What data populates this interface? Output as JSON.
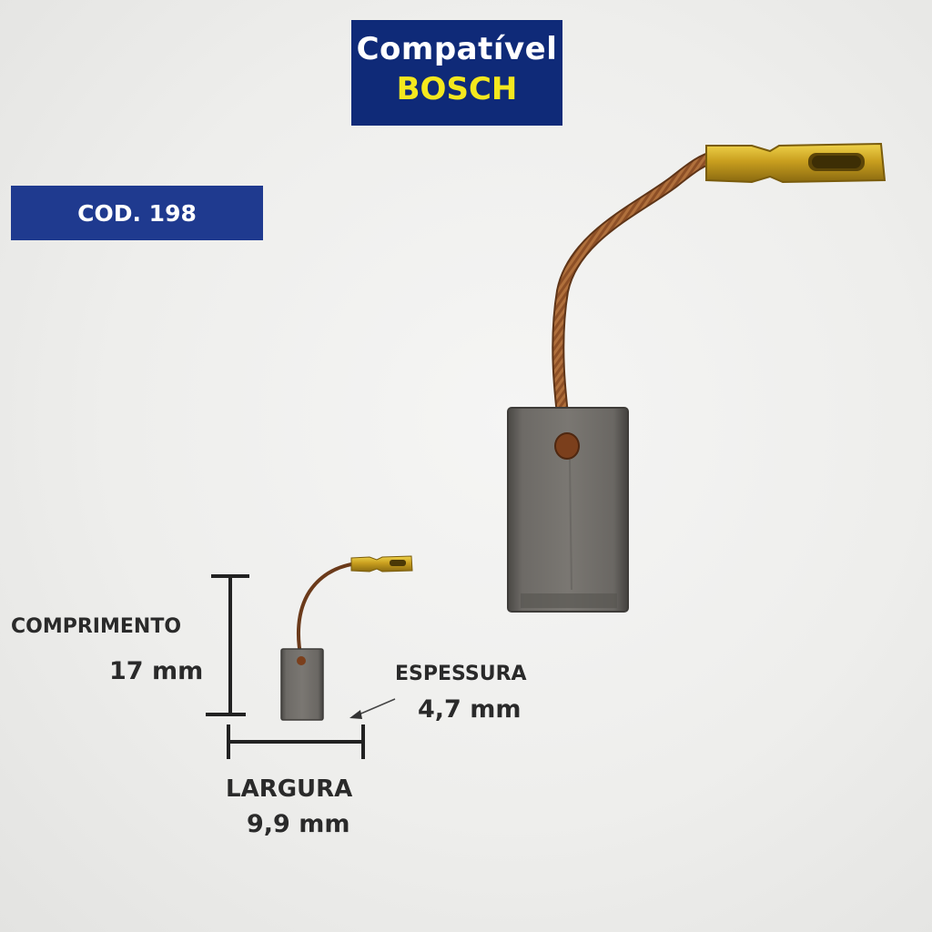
{
  "brand": {
    "line1": "Compatível",
    "line2": "BOSCH"
  },
  "code": {
    "label": "COD. 198"
  },
  "dimensions": {
    "comprimento_label": "COMPRIMENTO",
    "comprimento_value": "17 mm",
    "espessura_label": "ESPESSURA",
    "espessura_value": "4,7 mm",
    "largura_label": "LARGURA",
    "largura_value": "9,9 mm"
  },
  "colors": {
    "brand_box": "#0f2a78",
    "brand_accent": "#f4e81e",
    "code_box": "#1f3a8f",
    "carbon": "#6e6c68",
    "copper": "#9a5a2e",
    "brass": "#c9a125"
  }
}
